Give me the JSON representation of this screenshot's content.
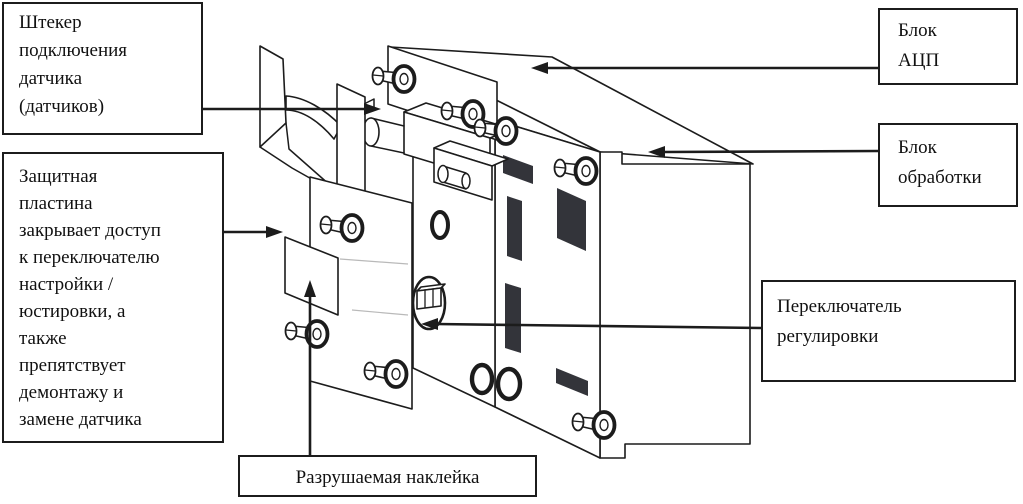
{
  "colors": {
    "line": "#1c1c1c",
    "slot_fill": "#33343a",
    "background": "#ffffff",
    "text": "#111111"
  },
  "diagram": {
    "type": "technical-line-drawing",
    "description": "Isometric exploded view of a sensor measurement module with labeled parts",
    "callouts": [
      {
        "id": "plug",
        "text": "Штекер\nподключения\nдатчика\n(датчиков)"
      },
      {
        "id": "protective-plate",
        "text": "Защитная\nпластина\nзакрывает доступ\nк переключателю\nнастройки /\nюстировки, а\nтакже\nпрепятствует\nдемонтажу и\nзамене датчика"
      },
      {
        "id": "adc",
        "text": "Блок\nАЦП"
      },
      {
        "id": "processing",
        "text": "Блок\nобработки"
      },
      {
        "id": "switch",
        "text": "Переключатель\nрегулировки"
      },
      {
        "id": "sticker",
        "text": "Разрушаемая наклейка"
      }
    ]
  }
}
